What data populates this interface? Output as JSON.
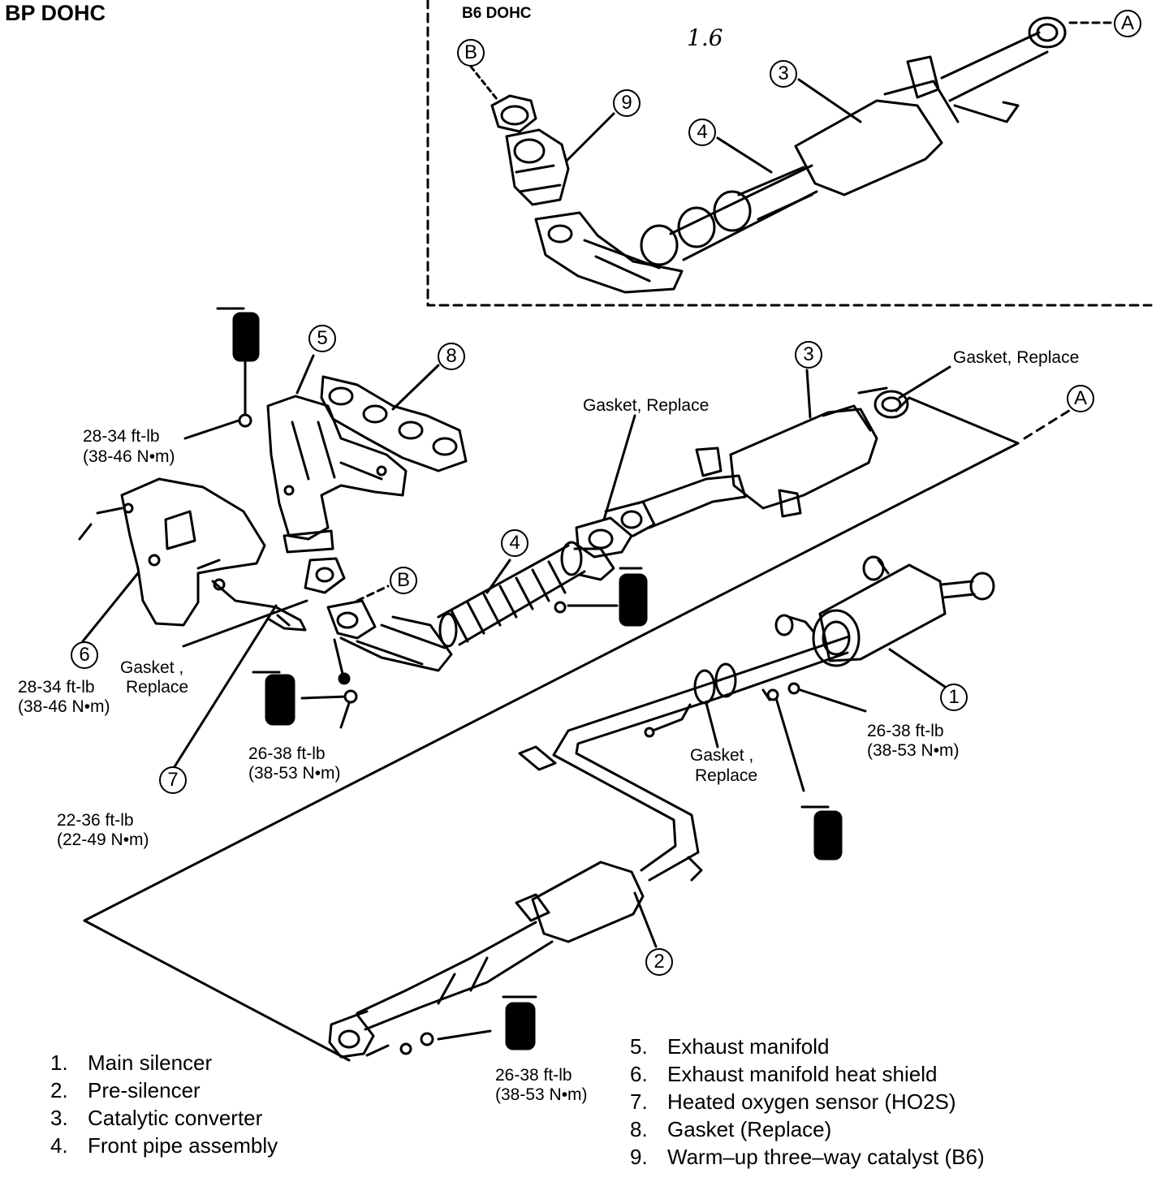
{
  "titles": {
    "main": "BP DOHC",
    "inset": "B6 DOHC",
    "handwritten": "1.6"
  },
  "callouts": {
    "A": "A",
    "B": "B",
    "n1": "1",
    "n2": "2",
    "n3": "3",
    "n4": "4",
    "n5": "5",
    "n6": "6",
    "n7": "7",
    "n8": "8",
    "n9": "9"
  },
  "labels": {
    "gasket_replace": "Gasket, Replace",
    "gasket_replace_split1": "Gasket ,",
    "gasket_replace_split2": "Replace",
    "torque_28_34": "28-34 ft-lb",
    "torque_38_46": "(38-46 N•m)",
    "torque_26_38": "26-38 ft-lb",
    "torque_38_53": "(38-53 N•m)",
    "torque_22_36": "22-36 ft-lb",
    "torque_22_49": "(22-49 N•m)"
  },
  "legend": [
    {
      "num": "1.",
      "text": "Main silencer"
    },
    {
      "num": "2.",
      "text": "Pre-silencer"
    },
    {
      "num": "3.",
      "text": "Catalytic converter"
    },
    {
      "num": "4.",
      "text": "Front pipe assembly"
    },
    {
      "num": "5.",
      "text": "Exhaust manifold"
    },
    {
      "num": "6.",
      "text": "Exhaust manifold heat shield"
    },
    {
      "num": "7.",
      "text": "Heated oxygen sensor (HO2S)"
    },
    {
      "num": "8.",
      "text": "Gasket (Replace)"
    },
    {
      "num": "9.",
      "text": "Warm–up three–way catalyst (B6)"
    }
  ]
}
